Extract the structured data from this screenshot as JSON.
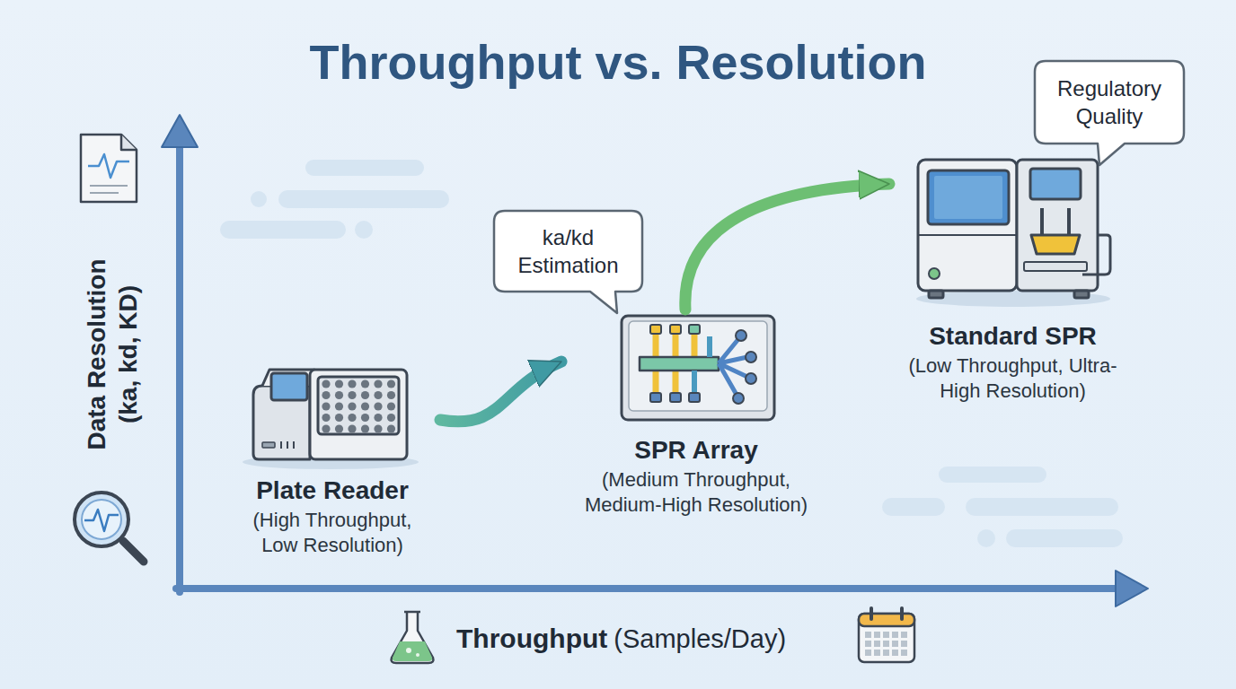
{
  "diagram": {
    "title": "Throughput vs. Resolution",
    "nodes": [
      {
        "text": [
          "Plate Reader",
          "(High Throughput, Low Resolution)"
        ]
      },
      {
        "text": [
          "ka/kd Estimation"
        ]
      },
      {
        "text": [
          "SPR Array",
          "(Medium Throughput, Medium-High Resolution)"
        ]
      },
      {
        "text": [
          "Regulatory Quality"
        ]
      },
      {
        "text": [
          "Standard SPR",
          "(Low Throughput, Ultra-High Resolution)"
        ]
      }
    ],
    "edges": [
      {
        "from": 0,
        "to": 2,
        "arrow": "to"
      },
      {
        "from": 2,
        "to": 4,
        "arrow": "to"
      }
    ],
    "labels": [
      "Data Resolution",
      "(ka, kd, KD)",
      "Throughput",
      "(Samples/Day)"
    ]
  }
}
